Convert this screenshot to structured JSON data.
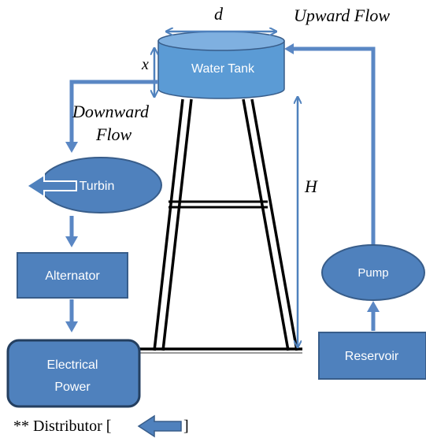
{
  "tank": {
    "label": "Water Tank",
    "dim_d": "d",
    "dim_x": "x"
  },
  "flows": {
    "upward": "Upward Flow",
    "downward_line1": "Downward",
    "downward_line2": "Flow"
  },
  "height_label": "H",
  "components": {
    "turbin": "Turbin",
    "alternator": "Alternator",
    "electrical_line1": "Electrical",
    "electrical_line2": "Power",
    "pump": "Pump",
    "reservoir": "Reservoir"
  },
  "legend": {
    "prefix": "** Distributor [",
    "suffix": "]"
  },
  "colors": {
    "fill": "#4f81bd",
    "fill_light": "#5b9bd5",
    "stroke": "#385d8a",
    "pipe": "#5a87c4",
    "text_on_fill": "#ffffff",
    "structure": "#000000"
  }
}
